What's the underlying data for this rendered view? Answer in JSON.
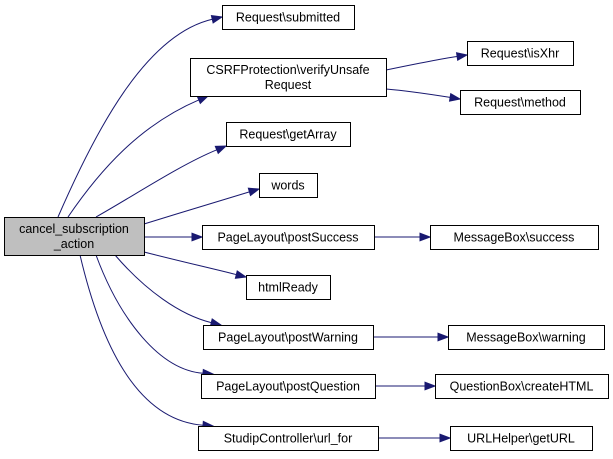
{
  "colors": {
    "edge": "#191970",
    "root_fill": "#bfbfbf",
    "node_fill": "#ffffff",
    "node_border": "#000000"
  },
  "nodes": {
    "cancel_subscription_action": [
      "cancel_subscription",
      "_action"
    ],
    "request_submitted": [
      "Request\\submitted"
    ],
    "csrf_verify_unsafe_request": [
      "CSRFProtection\\verifyUnsafe",
      "Request"
    ],
    "request_get_array": [
      "Request\\getArray"
    ],
    "words": [
      "words"
    ],
    "pagelayout_post_success": [
      "PageLayout\\postSuccess"
    ],
    "html_ready": [
      "htmlReady"
    ],
    "pagelayout_post_warning": [
      "PageLayout\\postWarning"
    ],
    "pagelayout_post_question": [
      "PageLayout\\postQuestion"
    ],
    "studipcontroller_url_for": [
      "StudipController\\url_for"
    ],
    "request_is_xhr": [
      "Request\\isXhr"
    ],
    "request_method": [
      "Request\\method"
    ],
    "messagebox_success": [
      "MessageBox\\success"
    ],
    "messagebox_warning": [
      "MessageBox\\warning"
    ],
    "questionbox_create_html": [
      "QuestionBox\\createHTML"
    ],
    "urlhelper_get_url": [
      "URLHelper\\getURL"
    ]
  },
  "edges": [
    [
      "cancel_subscription_action",
      "request_submitted"
    ],
    [
      "cancel_subscription_action",
      "csrf_verify_unsafe_request"
    ],
    [
      "cancel_subscription_action",
      "request_get_array"
    ],
    [
      "cancel_subscription_action",
      "words"
    ],
    [
      "cancel_subscription_action",
      "pagelayout_post_success"
    ],
    [
      "cancel_subscription_action",
      "html_ready"
    ],
    [
      "cancel_subscription_action",
      "pagelayout_post_warning"
    ],
    [
      "cancel_subscription_action",
      "pagelayout_post_question"
    ],
    [
      "cancel_subscription_action",
      "studipcontroller_url_for"
    ],
    [
      "csrf_verify_unsafe_request",
      "request_is_xhr"
    ],
    [
      "csrf_verify_unsafe_request",
      "request_method"
    ],
    [
      "pagelayout_post_success",
      "messagebox_success"
    ],
    [
      "pagelayout_post_warning",
      "messagebox_warning"
    ],
    [
      "pagelayout_post_question",
      "questionbox_create_html"
    ],
    [
      "studipcontroller_url_for",
      "urlhelper_get_url"
    ]
  ]
}
